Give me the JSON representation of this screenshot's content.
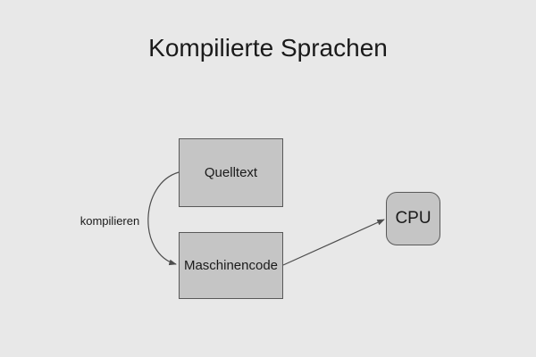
{
  "title": "Kompilierte Sprachen",
  "diagram": {
    "nodes": [
      {
        "id": "quelltext",
        "label": "Quelltext",
        "shape": "rectangle"
      },
      {
        "id": "maschinencode",
        "label": "Maschinencode",
        "shape": "rectangle"
      },
      {
        "id": "cpu",
        "label": "CPU",
        "shape": "rounded-rectangle"
      }
    ],
    "edges": [
      {
        "from": "quelltext",
        "to": "maschinencode",
        "label": "kompilieren",
        "style": "curved-arrow"
      },
      {
        "from": "maschinencode",
        "to": "cpu",
        "label": "",
        "style": "straight-arrow"
      }
    ]
  },
  "colors": {
    "background": "#e8e8e8",
    "node_fill": "#c5c5c5",
    "node_border": "#595959",
    "arrow": "#4d4d4d",
    "text": "#1a1a1a"
  }
}
